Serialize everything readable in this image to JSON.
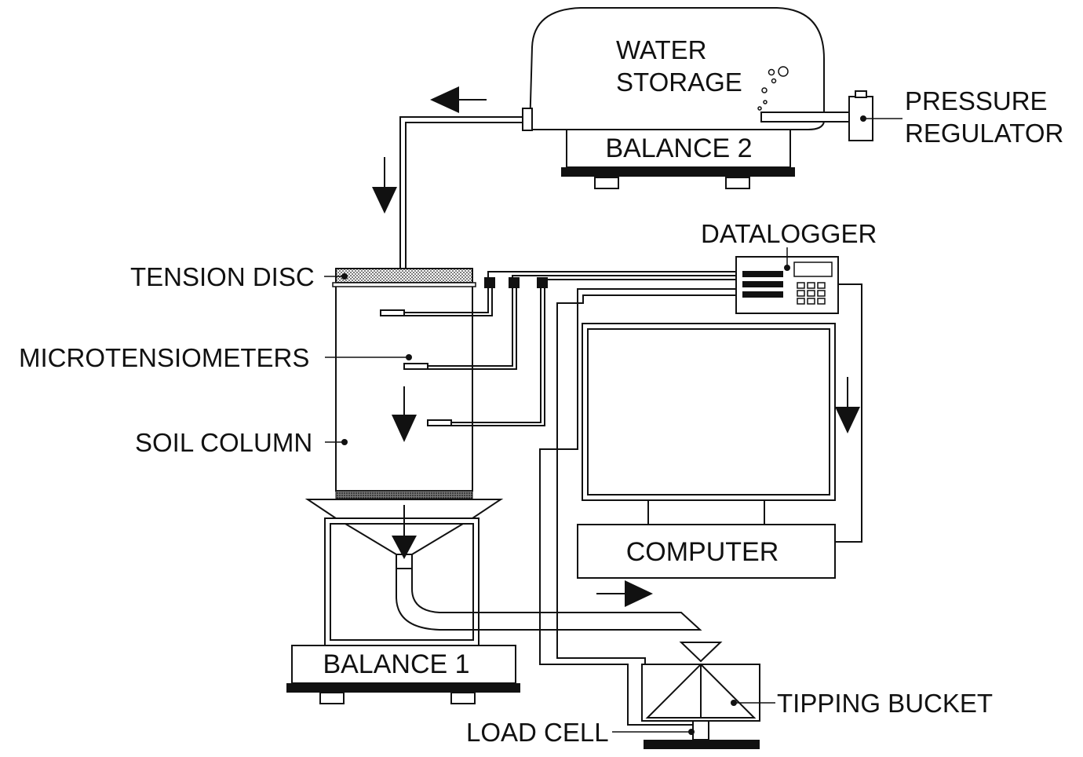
{
  "labels": {
    "water_storage_line1": "WATER",
    "water_storage_line2": "STORAGE",
    "balance_2": "BALANCE 2",
    "pressure_regulator_line1": "PRESSURE",
    "pressure_regulator_line2": "REGULATOR",
    "datalogger": "DATALOGGER",
    "tension_disc": "TENSION DISC",
    "microtensiometers": "MICROTENSIOMETERS",
    "soil_column": "SOIL COLUMN",
    "computer": "COMPUTER",
    "balance_1": "BALANCE 1",
    "tipping_bucket": "TIPPING BUCKET",
    "load_cell": "LOAD CELL"
  },
  "colors": {
    "ink": "#111111",
    "background": "#ffffff"
  }
}
